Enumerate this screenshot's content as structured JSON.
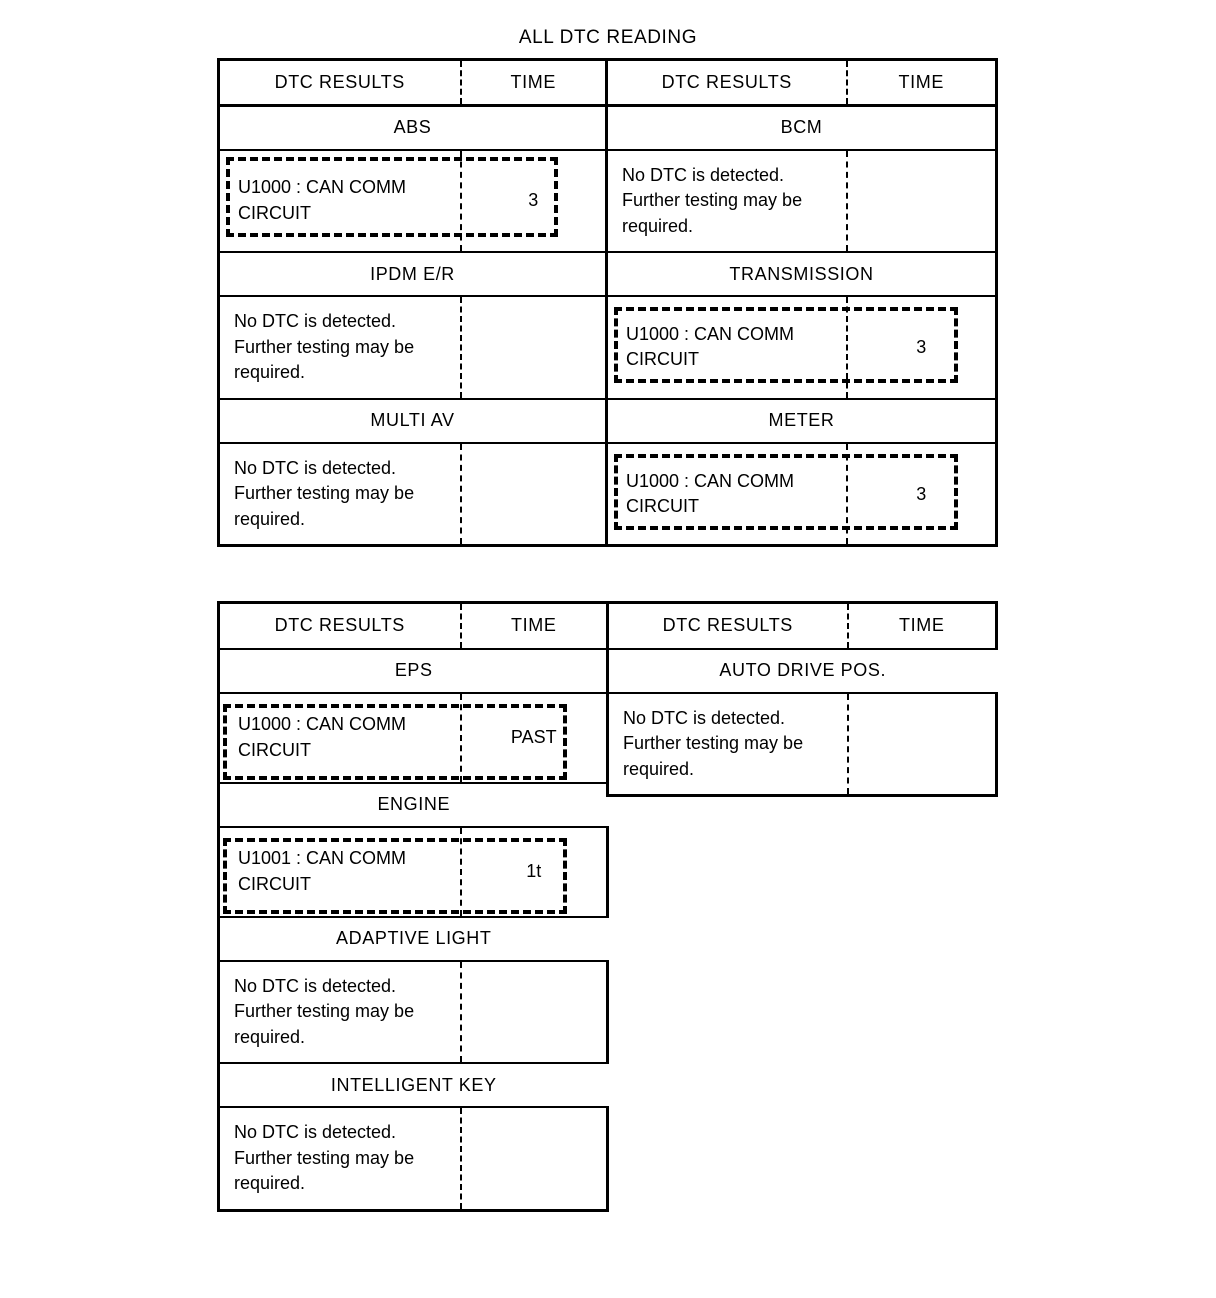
{
  "title": "ALL DTC READING",
  "columns": {
    "dtc_results": "DTC RESULTS",
    "time": "TIME"
  },
  "no_dtc_message": "No DTC is detected.\nFurther testing may be required.",
  "no_dtc_lines": {
    "l1": "No DTC is detected.",
    "l2": "Further testing may be",
    "l3": "required."
  },
  "tables": [
    {
      "id": "table-1",
      "header": {
        "left_results": "DTC RESULTS",
        "left_time": "TIME",
        "right_results": "DTC RESULTS",
        "right_time": "TIME"
      },
      "rows": [
        {
          "left": {
            "section": "ABS",
            "highlighted": true,
            "code_l1": "U1000 : CAN COMM",
            "code_l2": "CIRCUIT",
            "time": "3"
          },
          "right": {
            "section": "BCM",
            "highlighted": false,
            "code_l1": "No DTC is detected.",
            "code_l2": "Further testing may be",
            "code_l3": "required.",
            "time": ""
          }
        },
        {
          "left": {
            "section": "IPDM E/R",
            "highlighted": false,
            "code_l1": "No DTC is detected.",
            "code_l2": "Further testing may be",
            "code_l3": "required.",
            "time": ""
          },
          "right": {
            "section": "TRANSMISSION",
            "highlighted": true,
            "code_l1": "U1000 : CAN COMM",
            "code_l2": "CIRCUIT",
            "time": "3"
          }
        },
        {
          "left": {
            "section": "MULTI AV",
            "highlighted": false,
            "code_l1": "No DTC is detected.",
            "code_l2": "Further testing may be",
            "code_l3": "required.",
            "time": ""
          },
          "right": {
            "section": "METER",
            "highlighted": true,
            "code_l1": "U1000 : CAN COMM",
            "code_l2": "CIRCUIT",
            "time": "3"
          }
        }
      ]
    },
    {
      "id": "table-2",
      "header": {
        "left_results": "DTC RESULTS",
        "left_time": "TIME",
        "right_results": "DTC RESULTS",
        "right_time": "TIME"
      },
      "rows": [
        {
          "left": {
            "section": "EPS",
            "highlighted": true,
            "code_l1": "U1000 : CAN COMM",
            "code_l2": "CIRCUIT",
            "time": "PAST"
          },
          "right": {
            "section": "AUTO DRIVE POS.",
            "highlighted": false,
            "code_l1": "No DTC is detected.",
            "code_l2": "Further testing may be",
            "code_l3": "required.",
            "time": ""
          }
        },
        {
          "left": {
            "section": "ENGINE",
            "highlighted": true,
            "code_l1": "U1001 : CAN COMM",
            "code_l2": "CIRCUIT",
            "time": "1t"
          },
          "right": null
        },
        {
          "left": {
            "section": "ADAPTIVE LIGHT",
            "highlighted": false,
            "code_l1": "No DTC is detected.",
            "code_l2": "Further testing may be",
            "code_l3": "required.",
            "time": ""
          },
          "right": null
        },
        {
          "left": {
            "section": "INTELLIGENT KEY",
            "highlighted": false,
            "code_l1": "No DTC is detected.",
            "code_l2": "Further testing may be",
            "code_l3": "required.",
            "time": ""
          },
          "right": null
        }
      ]
    }
  ],
  "colors": {
    "ink": "#000000",
    "paper": "#ffffff"
  }
}
